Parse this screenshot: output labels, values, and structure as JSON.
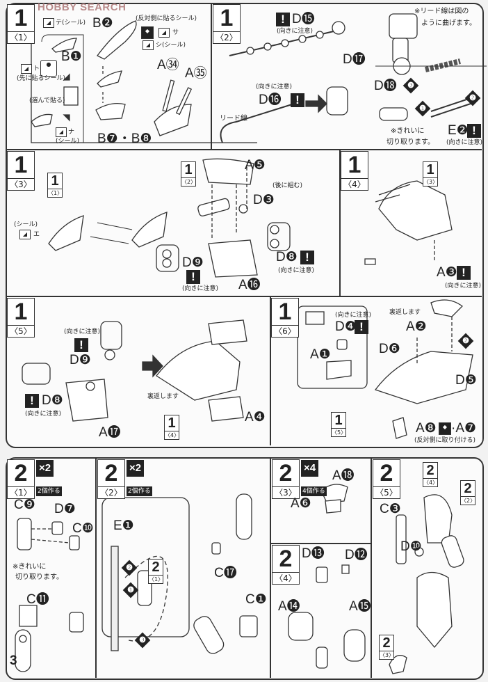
{
  "watermark": "HOBBY SEARCH",
  "section1": {
    "p1": {
      "num": "1",
      "sub": "〈1〉",
      "te": "テ(シール)",
      "b1": "B❶",
      "to": "ト",
      "first_sticker": "(先に貼るシール)",
      "choose": "(選んで貼る)",
      "na": "ナ",
      "sticker": "(シール)",
      "b2": "B❷",
      "opposite": "(反対側に貼るシール)",
      "sa": "サ",
      "shi": "シ(シール)",
      "a34": "A㉞",
      "a35": "A㉟",
      "b78": "B❼・B❽"
    },
    "p2": {
      "num": "1",
      "sub": "〈2〉",
      "d15": "D⓯",
      "caution1": "(向きに注意)",
      "d17": "D⓱",
      "caution2": "(向きに注意)",
      "d16": "D⓰",
      "lead": "リード線",
      "note1": "※リード線は図の",
      "note2": "ように曲げます。",
      "d18": "D⓲",
      "e2": "E❷",
      "caution3": "(向きに注意)",
      "cut1": "※きれいに",
      "cut2": "切り取ります。",
      "steps": [
        "❶",
        "❷",
        "❸"
      ]
    },
    "p3": {
      "num": "1",
      "sub": "〈3〉",
      "ref1_num": "1",
      "ref1_sub": "〈1〉",
      "sticker": "(シール)",
      "e": "エ",
      "ref2_num": "1",
      "ref2_sub": "〈2〉",
      "a5": "A❺",
      "later": "(後に組む)",
      "d3": "D❸",
      "d9": "D❾",
      "caution1": "(向きに注意)",
      "a16": "A⓰",
      "d8": "D❽",
      "caution2": "(向きに注意)"
    },
    "p4": {
      "num": "1",
      "sub": "〈4〉",
      "ref_num": "1",
      "ref_sub": "〈3〉",
      "a3": "A❸",
      "caution": "(向きに注意)"
    },
    "p5": {
      "num": "1",
      "sub": "〈5〉",
      "caution1": "(向きに注意)",
      "d9": "D❾",
      "d8": "D❽",
      "caution2": "(向きに注意)",
      "a17": "A⓱",
      "flip": "裏返します",
      "ref_num": "1",
      "ref_sub": "〈4〉",
      "a4": "A❹"
    },
    "p6": {
      "num": "1",
      "sub": "〈6〉",
      "caution": "(向きに注意)",
      "d4": "D❹",
      "a1": "A❶",
      "flip": "裏返します",
      "a2": "A❷",
      "d6": "D❻",
      "d5": "D❺",
      "ref_num": "1",
      "ref_sub": "〈5〉",
      "a8": "A❽",
      "a7": "·A❼",
      "opposite": "(反対側に取り付ける)",
      "step2": "❷"
    }
  },
  "section2": {
    "p1": {
      "num": "2",
      "sub": "〈1〉",
      "mult": "×2",
      "make": "2個作る",
      "c9": "C❾",
      "d7": "D❼",
      "c10": "C❿",
      "cut1": "※きれいに",
      "cut2": "切り取ります。",
      "c11": "C⓫",
      "three": "3"
    },
    "p2": {
      "num": "2",
      "sub": "〈2〉",
      "mult": "×2",
      "make": "2個作る",
      "e1": "E❶",
      "ref_num": "2",
      "ref_sub": "〈1〉",
      "c17": "C⓱",
      "c1": "C❶",
      "steps": [
        "❶",
        "❷",
        "❸"
      ]
    },
    "p3": {
      "num": "2",
      "sub": "〈3〉",
      "mult": "×4",
      "make": "4個作る",
      "a18": "A⓲",
      "a6": "A❻"
    },
    "p4": {
      "num": "2",
      "sub": "〈4〉",
      "d13": "D⓭",
      "d12": "D⓬",
      "a14": "A⓮",
      "a15": "A⓯"
    },
    "p5": {
      "num": "2",
      "sub": "〈5〉",
      "ref4_num": "2",
      "ref4_sub": "〈4〉",
      "ref2_num": "2",
      "ref2_sub": "〈2〉",
      "c3": "C❸",
      "d10": "D❿",
      "ref3_num": "2",
      "ref3_sub": "〈3〉"
    }
  },
  "exclaim": "!"
}
